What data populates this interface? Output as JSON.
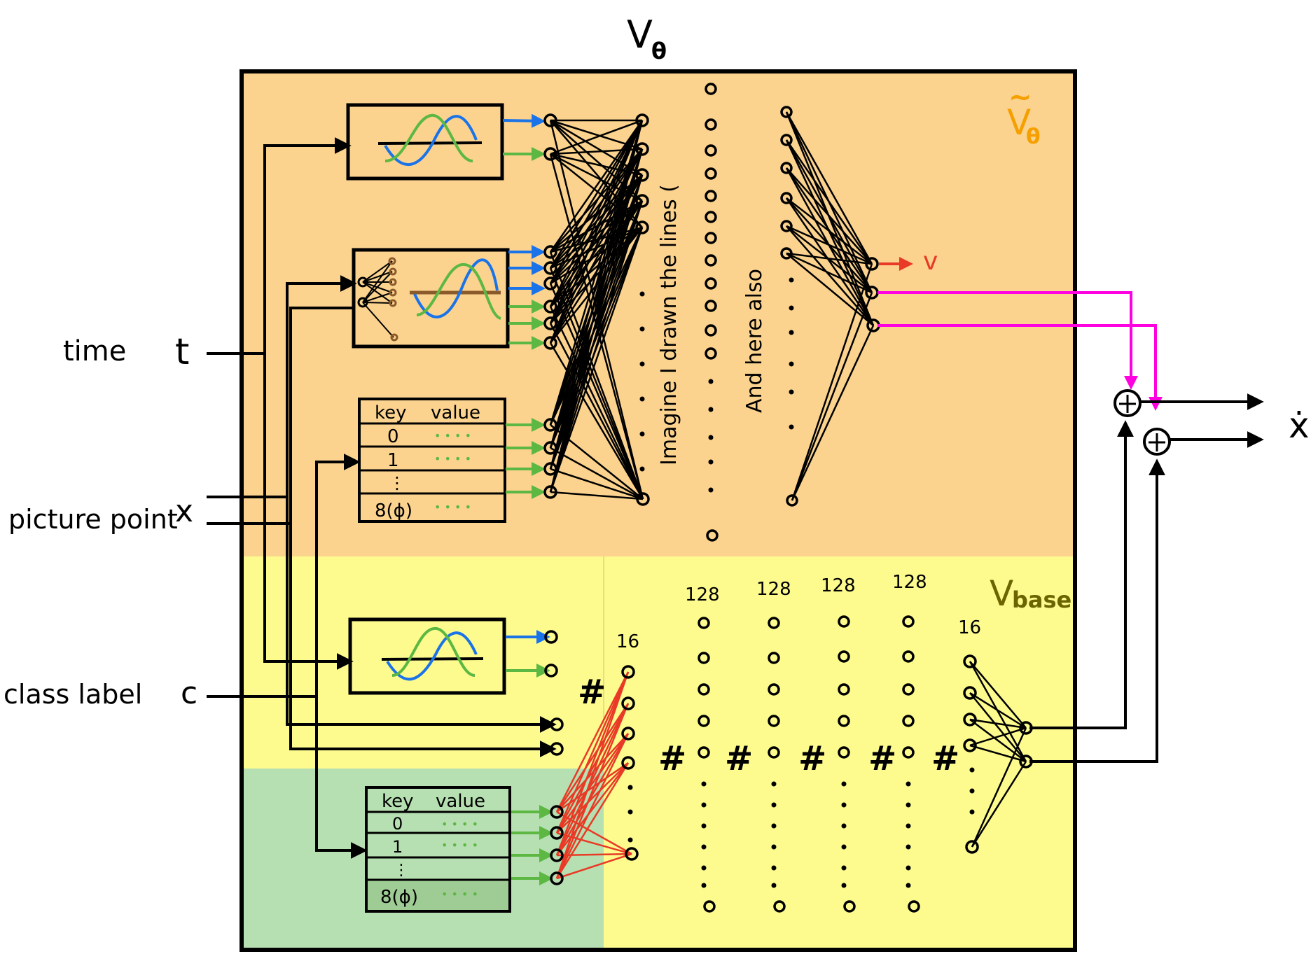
{
  "title": {
    "main": "V",
    "sub": "θ"
  },
  "inputs": [
    {
      "label": "time",
      "symbol": "t"
    },
    {
      "label": "picture point",
      "symbol": "x"
    },
    {
      "label": "class label",
      "symbol": "c"
    }
  ],
  "regions": {
    "learned": {
      "label": "V",
      "sub": "θ",
      "accent": "~",
      "color": "#fbd38f",
      "label_color": "#f5a000"
    },
    "base": {
      "label": "V",
      "sub": "base",
      "color": "#fdfb8e",
      "label_color": "#6b6400"
    },
    "embed": {
      "color": "#b7e0b2"
    }
  },
  "tables": {
    "header_key": "key",
    "header_value": "value",
    "rows": [
      "0",
      "1",
      "⋮",
      "8(ϕ)"
    ],
    "value_dots": "• • • •"
  },
  "annotations": {
    "note1": "Imagine I drawn the lines (",
    "note2": "And here also"
  },
  "layer_sizes": [
    "16",
    "128",
    "128",
    "128",
    "128",
    "16"
  ],
  "hash_symbol": "#",
  "output_v": "v",
  "output_xdot": "ẋ",
  "sum_symbol": "⊕",
  "colors": {
    "blue": "#1a73e8",
    "green": "#5cb843",
    "red": "#e83a26",
    "magenta": "#ff00e0",
    "brown": "#8b5a2b"
  }
}
